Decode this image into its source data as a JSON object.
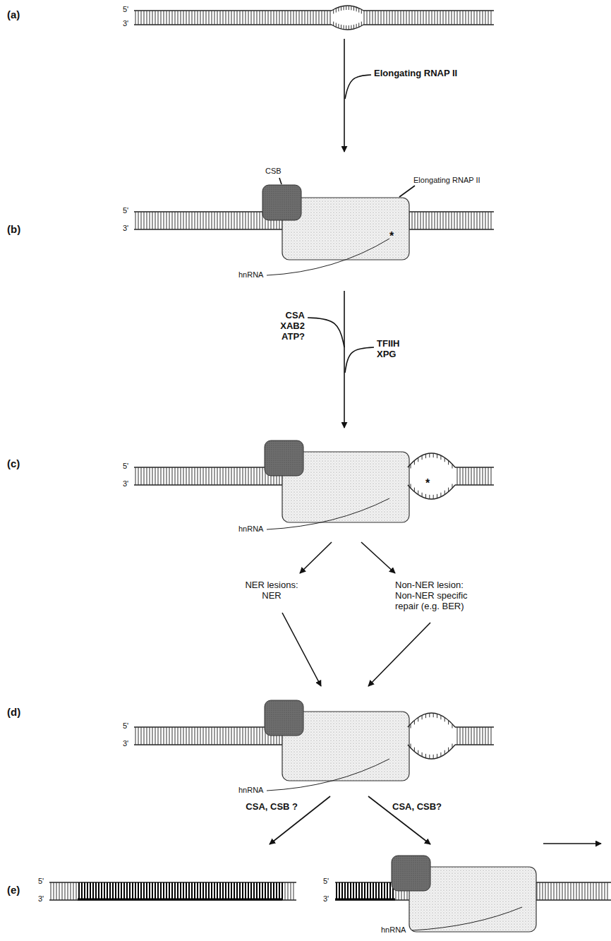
{
  "diagram": {
    "labels": [
      "(a)",
      "5'",
      "3'",
      "Elongating RNAP II",
      "CSB",
      "Elongating RNAP II",
      "(b)",
      "5'",
      "3'",
      "hnRNA",
      "*",
      "CSA XAB2 ATP?",
      "TFIIH XPG",
      "(c)",
      "5'",
      "3'",
      "hnRNA",
      "*",
      "NER lesions: NER",
      "Non-NER lesion: Non-NER specific repair (e.g. BER)",
      "(d)",
      "5'",
      "3'",
      "hnRNA",
      "CSA, CSB ?",
      "CSA, CSB?",
      "(e)",
      "5'",
      "3'",
      "5'",
      "3'",
      "hnRNA"
    ]
  }
}
